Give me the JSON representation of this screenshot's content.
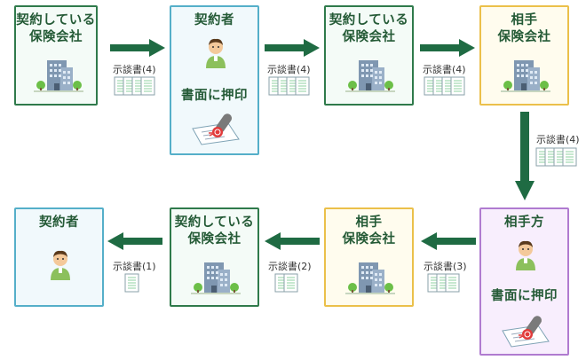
{
  "boxes": [
    {
      "title": [
        "契約している",
        "保険会社"
      ],
      "action": ""
    },
    {
      "title": [
        "契約者"
      ],
      "action": "書面に押印"
    },
    {
      "title": [
        "契約している",
        "保険会社"
      ],
      "action": ""
    },
    {
      "title": [
        "相手",
        "保険会社"
      ],
      "action": ""
    },
    {
      "title": [
        "相手方"
      ],
      "action": "書面に押印"
    },
    {
      "title": [
        "相手",
        "保険会社"
      ],
      "action": ""
    },
    {
      "title": [
        "契約している",
        "保険会社"
      ],
      "action": ""
    },
    {
      "title": [
        "契約者"
      ],
      "action": ""
    }
  ],
  "arrows": [
    {
      "doc": "示談書(4)",
      "count": 4
    },
    {
      "doc": "示談書(4)",
      "count": 4
    },
    {
      "doc": "示談書(4)",
      "count": 4
    },
    {
      "doc": "示談書(4)",
      "count": 4
    },
    {
      "doc": "示談書(3)",
      "count": 3
    },
    {
      "doc": "示談書(2)",
      "count": 2
    },
    {
      "doc": "示談書(1)",
      "count": 1
    }
  ],
  "colors": {
    "dark_green": "#2f7a4b",
    "light_blue": "#55afc9",
    "gold": "#ebc04a",
    "purple": "#b07bd0",
    "arrow": "#1f6b43",
    "title_text": "#245a36"
  }
}
